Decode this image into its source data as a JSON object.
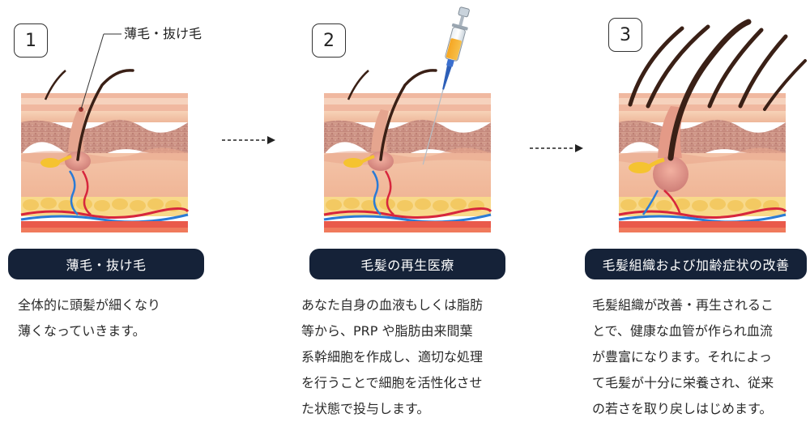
{
  "steps": [
    {
      "number": "1",
      "callout": "薄毛・抜け毛",
      "title": "薄毛・抜け毛",
      "description": [
        "全体的に頭髪が細くなり",
        "薄くなっていきます。"
      ]
    },
    {
      "number": "2",
      "title": "毛髪の再生医療",
      "description": [
        "あなた自身の血液もしくは脂肪",
        "等から、PRP や脂肪由来間葉",
        "系幹細胞を作成し、適切な処理",
        "を行うことで細胞を活性化させ",
        "た状態で投与します。"
      ]
    },
    {
      "number": "3",
      "title": "毛髪組織および加齢症状の改善",
      "description": [
        "毛髪組織が改善・再生されるこ",
        "とで、健康な血管が作られ血流",
        "が豊富になります。それによっ",
        "て毛髪が十分に栄養され、従来",
        "の若さを取り戻しはじめます。"
      ]
    }
  ],
  "colors": {
    "pill_bg": "#152238",
    "epidermis": "#f4c6a8",
    "dermis": "#c98b82",
    "fat": "#f6d27a",
    "artery": "#d7263d",
    "vein": "#2b7bd6",
    "hair": "#3a2016"
  },
  "icons": [
    "syringe-icon",
    "dashed-arrow-icon"
  ]
}
